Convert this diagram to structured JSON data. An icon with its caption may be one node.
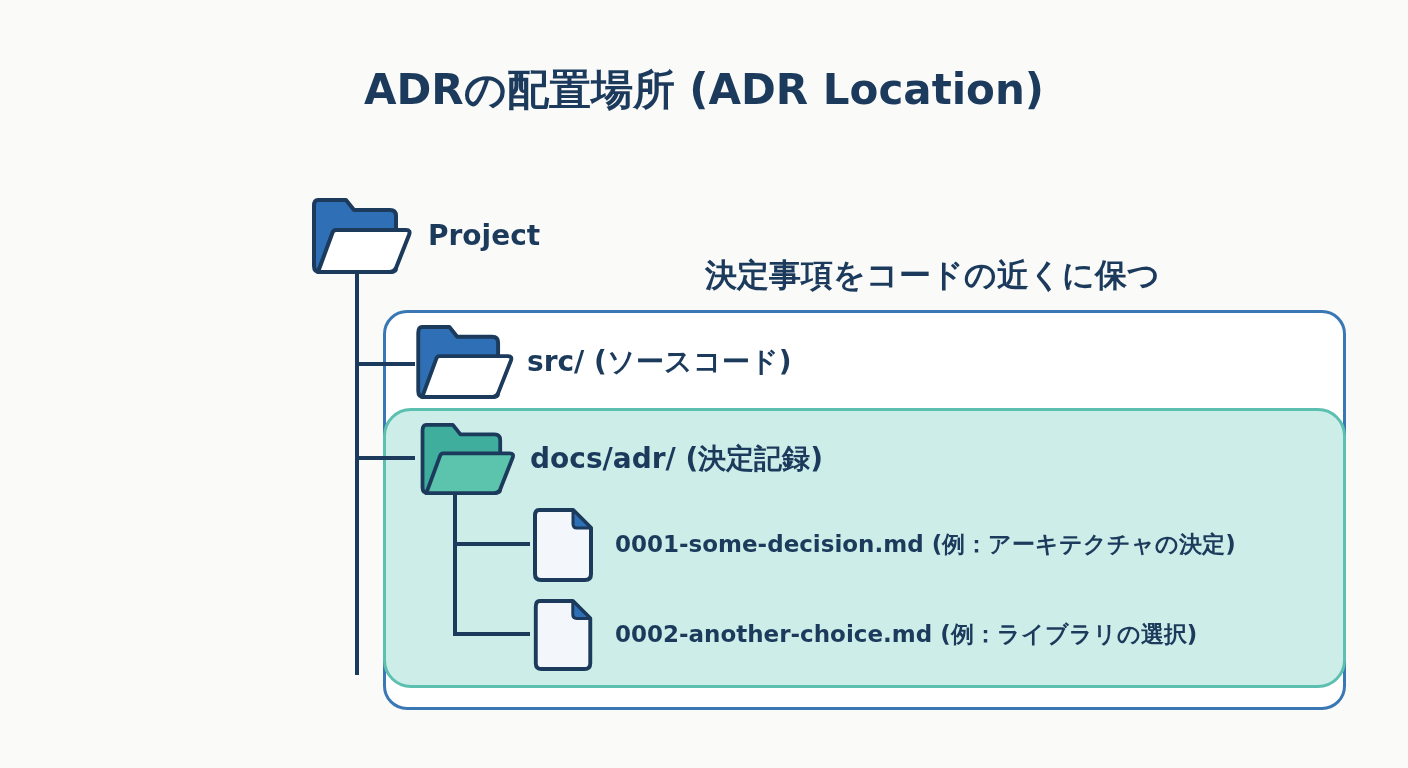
{
  "diagram": {
    "title": "ADRの配置場所 (ADR Location)",
    "nodes": [
      {
        "text": [
          "決定事項をコードの近くに保つ"
        ]
      },
      {
        "text": [
          "Project"
        ]
      },
      {
        "text": [
          "src/ (ソースコード)"
        ],
        "in": 0
      },
      {
        "text": [],
        "shape": "box",
        "in": 0
      },
      {
        "text": [
          "docs/adr/ (決定記録)"
        ],
        "in": 3
      },
      {
        "text": [
          "0001-some-decision.md (例：アーキテクチャの決定)"
        ],
        "in": 3
      },
      {
        "text": [
          "0002-another-choice.md (例：ライブラリの選択)"
        ],
        "in": 3
      }
    ],
    "edges": [
      {
        "from": 1,
        "to": 2,
        "arrow": "none"
      },
      {
        "from": 1,
        "to": 4,
        "arrow": "none"
      },
      {
        "from": 4,
        "to": 5,
        "arrow": "none"
      },
      {
        "from": 4,
        "to": 6,
        "arrow": "none"
      }
    ]
  }
}
